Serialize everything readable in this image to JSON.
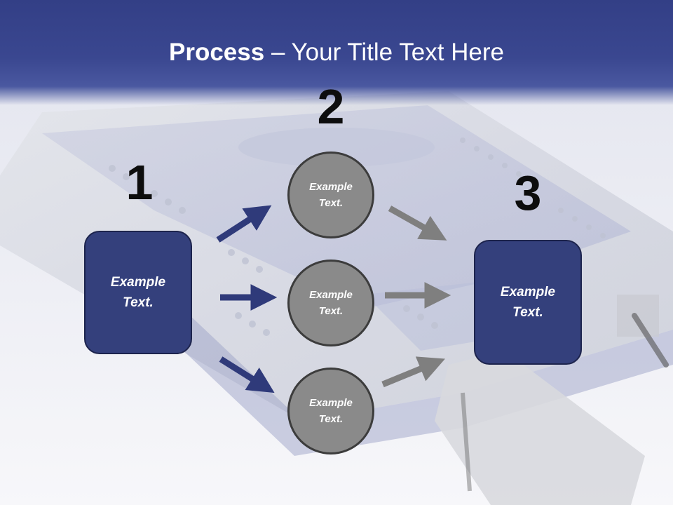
{
  "slide": {
    "title_bold": "Process",
    "title_rest": " – Your Title Text Here"
  },
  "steps": {
    "one": "1",
    "two": "2",
    "three": "3"
  },
  "left_box": {
    "text": "Example Text."
  },
  "right_box": {
    "text": "Example Text."
  },
  "circles": [
    {
      "text": "Example Text."
    },
    {
      "text": "Example Text."
    },
    {
      "text": "Example Text."
    }
  ],
  "colors": {
    "title_bar": "#333f86",
    "box_fill": "#34407c",
    "circle_fill": "#8a8a8a",
    "arrow_blue": "#2f3a7a",
    "arrow_gray": "#7f7f7f"
  }
}
